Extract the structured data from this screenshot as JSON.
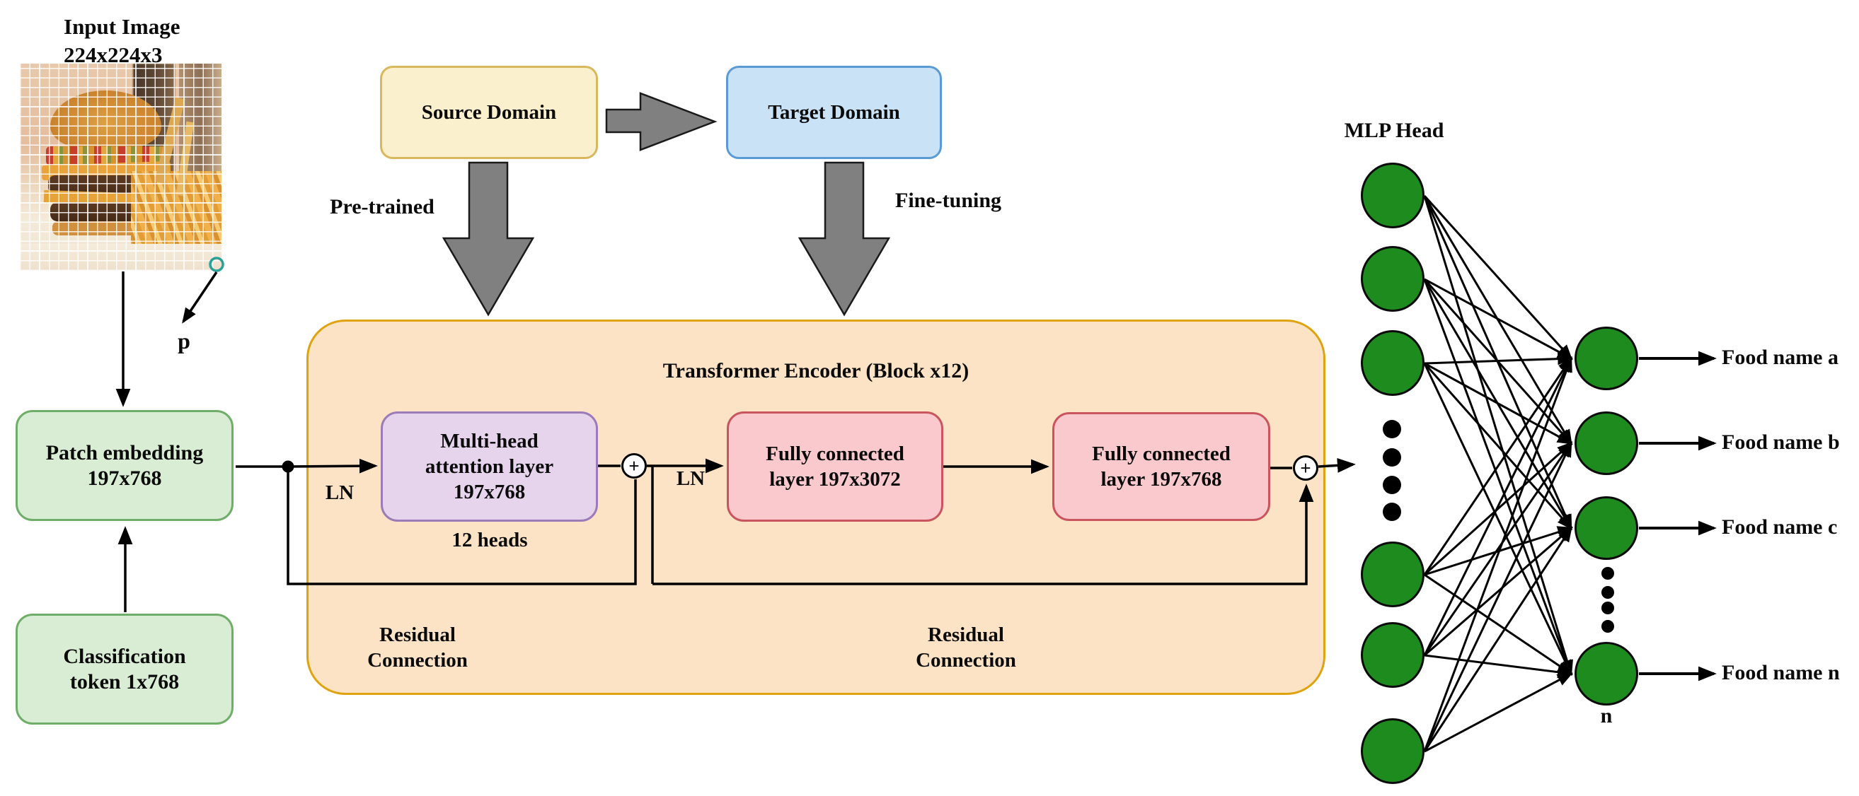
{
  "input": {
    "title_line1": "Input Image",
    "title_line2": "224x224x3",
    "patch_point_label": "p"
  },
  "embedding": {
    "patch_line1": "Patch embedding",
    "patch_line2": "197x768",
    "cls_line1": "Classification",
    "cls_line2": "token 1x768"
  },
  "domains": {
    "source": "Source Domain",
    "target": "Target Domain",
    "pretrained_label": "Pre-trained",
    "finetuning_label": "Fine-tuning"
  },
  "encoder": {
    "title": "Transformer Encoder (Block x12)",
    "ln1": "LN",
    "ln2": "LN",
    "mha_line1": "Multi-head",
    "mha_line2": "attention layer",
    "mha_line3": "197x768",
    "heads_label": "12 heads",
    "fc1_line1": "Fully connected",
    "fc1_line2": "layer 197x3072",
    "fc2_line1": "Fully connected",
    "fc2_line2": "layer 197x768",
    "plus1": "+",
    "plus2": "+",
    "residual1_line1": "Residual",
    "residual1_line2": "Connection",
    "residual2_line1": "Residual",
    "residual2_line2": "Connection"
  },
  "mlp": {
    "title": "MLP Head",
    "n_label": "n",
    "outputs": [
      "Food name a",
      "Food name b",
      "Food name c",
      "Food name n"
    ]
  },
  "colors": {
    "green_box_fill": "#d9ecd4",
    "green_box_border": "#6fae69",
    "yellow_fill": "#fbf0cd",
    "yellow_border": "#d8b85c",
    "blue_fill": "#c9e2f6",
    "blue_border": "#5b9bd5",
    "encoder_fill": "#fce3c5",
    "encoder_border": "#dfa30f",
    "purple_fill": "#e5d4ec",
    "purple_border": "#9c7bb9",
    "pink_fill": "#f9c9cd",
    "pink_border": "#c9555e",
    "node_green": "#1e8b1e",
    "block_arrow_gray": "#808080",
    "patch_marker_teal": "#2aa198"
  }
}
